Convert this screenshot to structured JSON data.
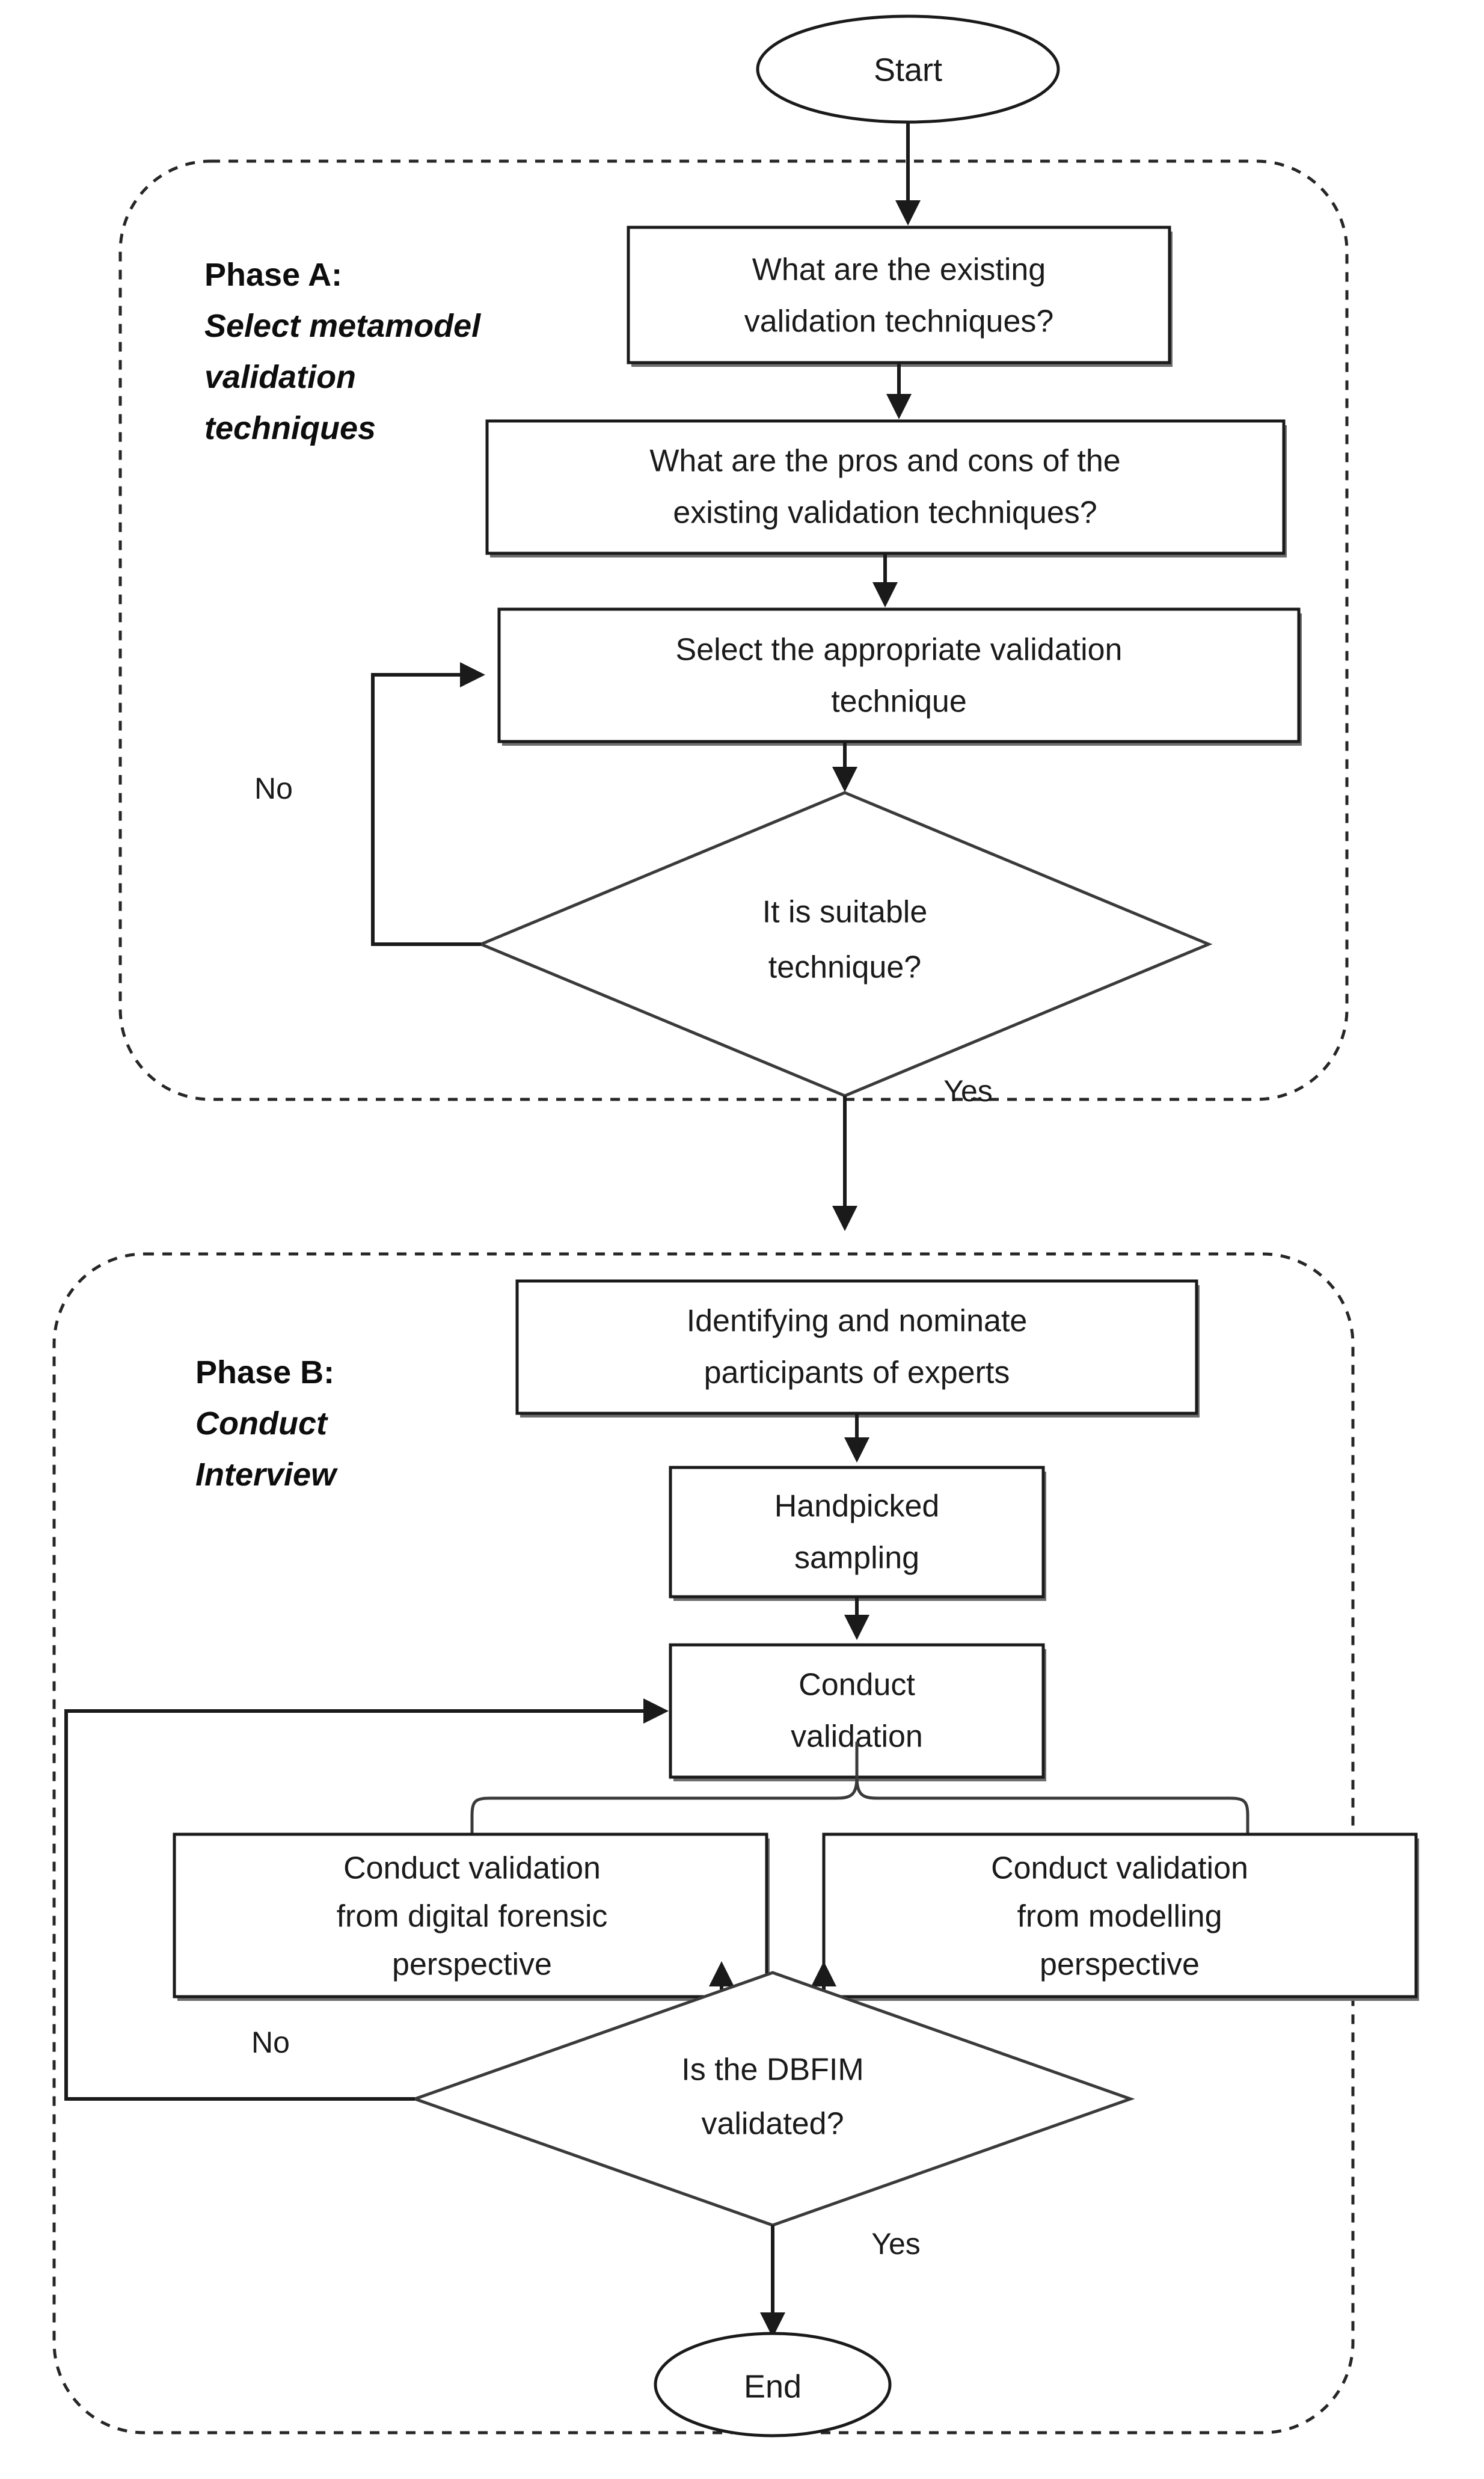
{
  "diagram": {
    "type": "flowchart",
    "title": "Metamodel validation process flowchart",
    "terminals": {
      "start": "Start",
      "end": "End"
    },
    "phases": [
      {
        "id": "phase-a",
        "title": "Phase A:",
        "subtitle_line1": "Select metamodel",
        "subtitle_line2": "validation",
        "subtitle_line3": "techniques"
      },
      {
        "id": "phase-b",
        "title": "Phase B:",
        "subtitle_line1": "Conduct",
        "subtitle_line2": "Interview"
      }
    ],
    "nodes": {
      "a1": {
        "shape": "process",
        "line1": "What are the existing",
        "line2": "validation techniques?"
      },
      "a2": {
        "shape": "process",
        "line1": "What are the pros and cons of the",
        "line2": "existing validation techniques?"
      },
      "a3": {
        "shape": "process",
        "line1": "Select the appropriate validation",
        "line2": "technique"
      },
      "a4": {
        "shape": "decision",
        "line1": "It is suitable",
        "line2": "technique?"
      },
      "b1": {
        "shape": "process",
        "line1": "Identifying and nominate",
        "line2": "participants of experts"
      },
      "b2": {
        "shape": "process",
        "line1": "Handpicked",
        "line2": "sampling"
      },
      "b3": {
        "shape": "process",
        "line1": "Conduct",
        "line2": "validation"
      },
      "b4": {
        "shape": "process",
        "line1": "Conduct validation",
        "line2": "from digital forensic",
        "line3": "perspective"
      },
      "b5": {
        "shape": "process",
        "line1": "Conduct validation",
        "line2": "from modelling",
        "line3": "perspective"
      },
      "b6": {
        "shape": "decision",
        "line1": "Is the DBFIM",
        "line2": "validated?"
      }
    },
    "edge_labels": {
      "a_no": "No",
      "a_yes": "Yes",
      "b_no": "No",
      "b_yes": "Yes"
    },
    "colors": {
      "stroke": "#1a1a1a",
      "background": "#ffffff",
      "shadow": "#6e6e6e",
      "phase_border": "#262626"
    }
  }
}
